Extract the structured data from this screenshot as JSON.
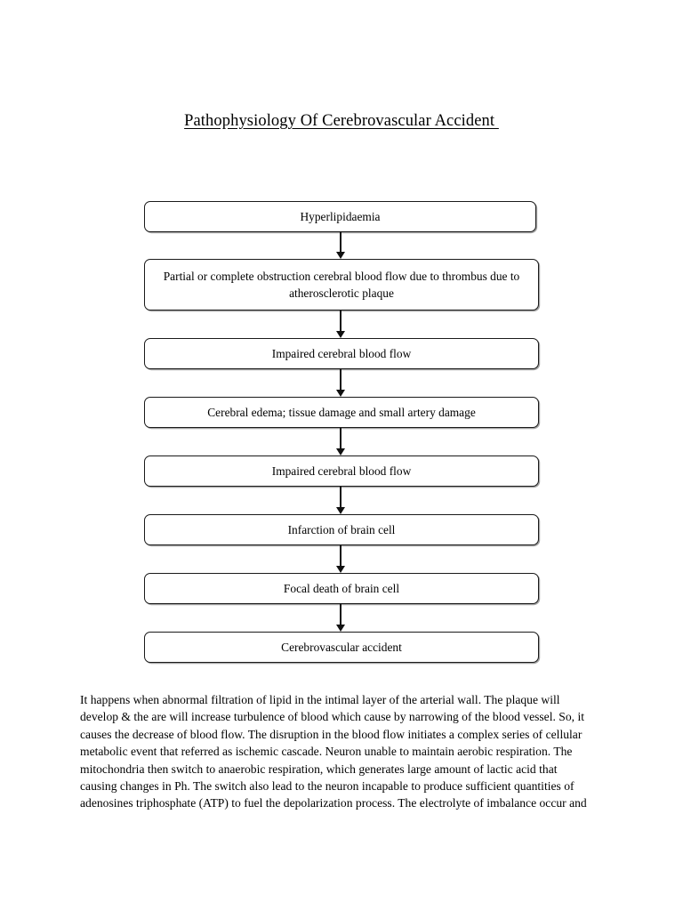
{
  "document": {
    "title": "Pathophysiology Of Cerebrovascular Accident ",
    "background_color": "#ffffff",
    "text_color": "#000000"
  },
  "flowchart": {
    "orientation": "vertical",
    "connector": "down-arrow",
    "box_border_color": "#1a1a1a",
    "box_fill_color": "#ffffff",
    "nodes": [
      {
        "id": "node-1",
        "label": "Hyperlipidaemia",
        "lines": 1
      },
      {
        "id": "node-2",
        "label": "Partial or complete obstruction cerebral blood flow due to thrombus due to atherosclerotic plaque",
        "lines": 2
      },
      {
        "id": "node-3",
        "label": "Impaired cerebral blood flow",
        "lines": 1
      },
      {
        "id": "node-4",
        "label": "Cerebral edema; tissue damage and small artery damage",
        "lines": 1
      },
      {
        "id": "node-5",
        "label": "Impaired cerebral blood flow",
        "lines": 1
      },
      {
        "id": "node-6",
        "label": "Infarction of brain cell",
        "lines": 1
      },
      {
        "id": "node-7",
        "label": "Focal death of brain cell",
        "lines": 1
      },
      {
        "id": "node-8",
        "label": "Cerebrovascular accident",
        "lines": 1
      }
    ]
  },
  "body": {
    "paragraph": "It happens when abnormal filtration of lipid in the intimal layer of the arterial wall. The plaque will develop & the are will increase turbulence of blood which cause by narrowing of the blood vessel. So, it causes the decrease of blood flow. The disruption in the blood flow initiates a complex series of cellular metabolic event that referred as ischemic cascade. Neuron unable to maintain aerobic respiration. The mitochondria then switch to anaerobic respiration, which generates large amount of lactic acid that causing changes in Ph. The switch also lead to the neuron incapable to produce sufficient quantities of adenosines triphosphate (ATP) to fuel the depolarization process. The electrolyte of imbalance occur and"
  }
}
